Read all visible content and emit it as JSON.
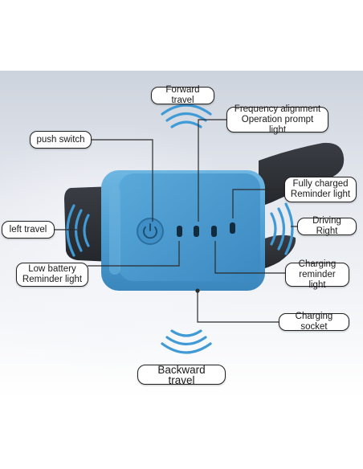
{
  "labels": {
    "forward_travel": "Forward travel",
    "frequency_alignment": [
      "Frequency alignment",
      "Operation prompt light"
    ],
    "push_switch": "push switch",
    "fully_charged": [
      "Fully charged",
      "Reminder light"
    ],
    "left_travel": "left travel",
    "driving_right": "Driving Right",
    "low_battery": [
      "Low battery",
      "Reminder light"
    ],
    "charging_reminder": [
      "Charging",
      "reminder light"
    ],
    "charging_socket": "Charging socket",
    "backward_travel": "Backward travel"
  },
  "colors": {
    "device_body": "#4f9fd2",
    "device_face": "#3f8fc6",
    "strap": "#2e3136",
    "wave": "#3f9ad6",
    "leader_line": "#2b2b2b"
  },
  "icons": [
    "power-icon",
    "vibration-wave-icon"
  ]
}
